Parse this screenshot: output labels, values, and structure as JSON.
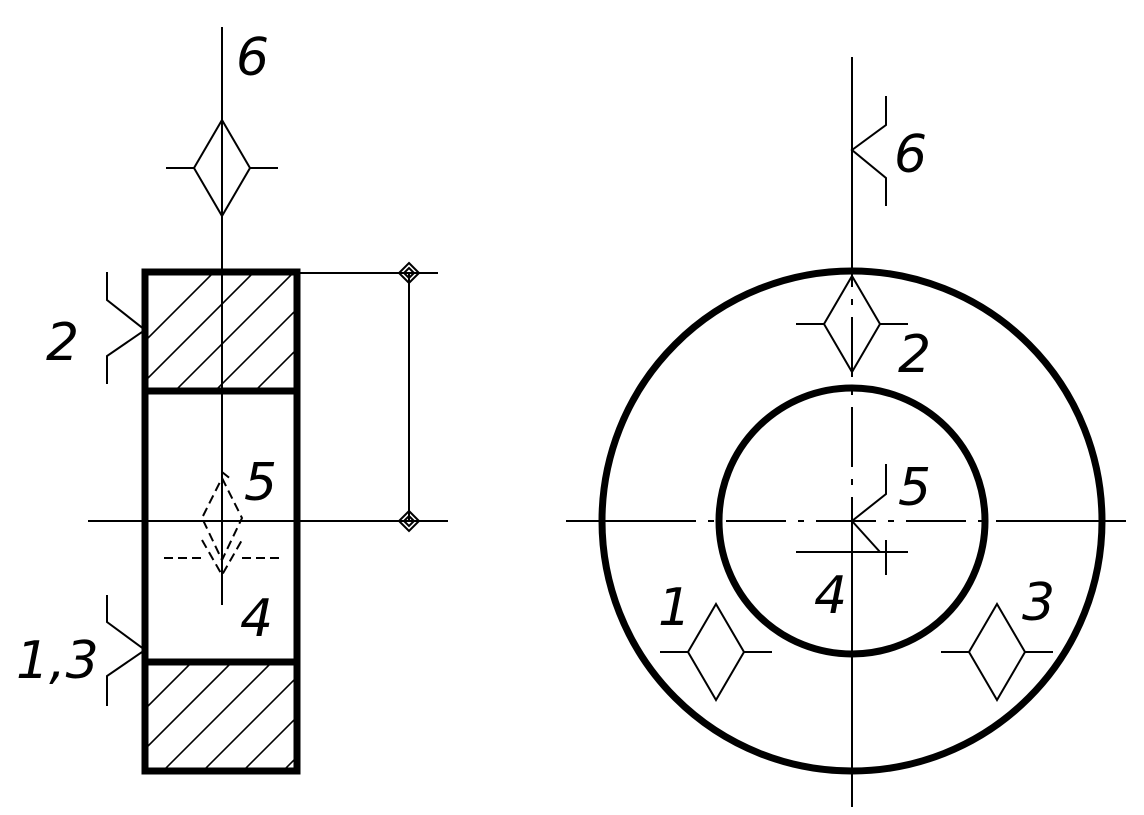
{
  "labels": {
    "side_view": {
      "top_axis": "6",
      "upper_side": "2",
      "lower_side": "1,3",
      "center_upper": "5",
      "center_lower": "4"
    },
    "front_view": {
      "top_axis": "6",
      "outer_top": "2",
      "center_upper": "5",
      "center_lower": "4",
      "left_support": "1",
      "right_support": "3"
    }
  }
}
